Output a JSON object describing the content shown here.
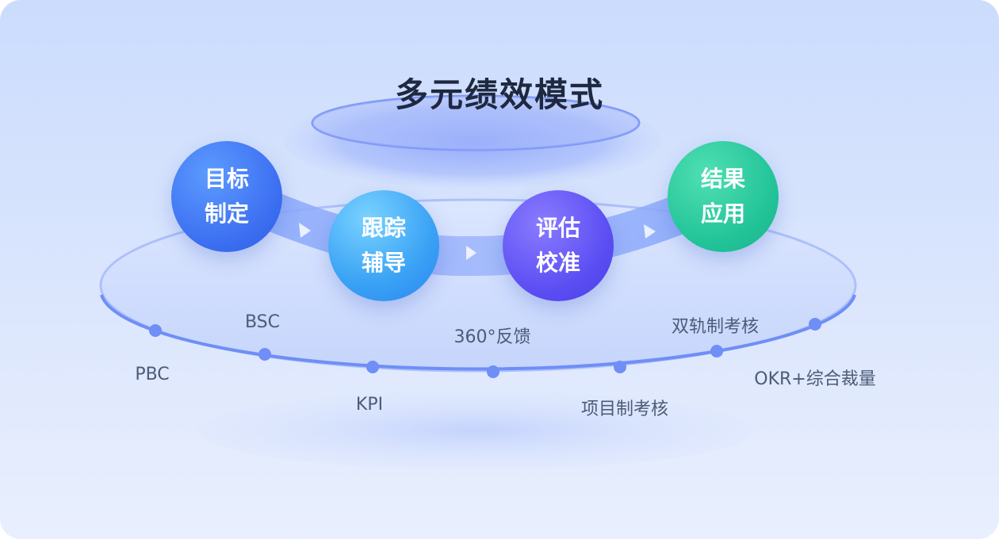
{
  "title": "多元绩效模式",
  "steps": [
    {
      "line1": "目标",
      "line2": "制定"
    },
    {
      "line1": "跟踪",
      "line2": "辅导"
    },
    {
      "line1": "评估",
      "line2": "校准"
    },
    {
      "line1": "结果",
      "line2": "应用"
    }
  ],
  "modes": [
    "PBC",
    "BSC",
    "KPI",
    "360°反馈",
    "项目制考核",
    "双轨制考核",
    "OKR+综合裁量"
  ],
  "colors": {
    "step1": "#3a6cf0",
    "step2": "#3aa2f5",
    "step3": "#5a4df2",
    "step4": "#22c398",
    "orbit": "#6f8ef6"
  }
}
